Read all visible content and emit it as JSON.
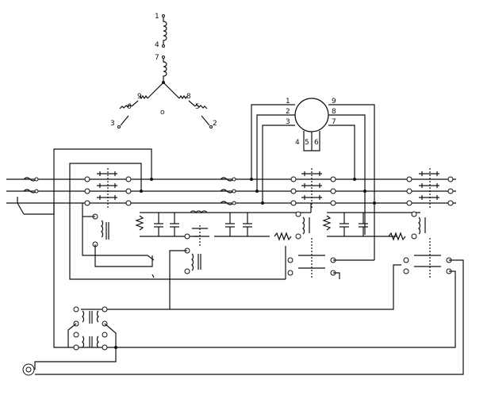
{
  "diagram": {
    "winding_terminals": [
      "1",
      "4",
      "7",
      "9",
      "8",
      "6",
      "5",
      "3",
      "2"
    ],
    "motor_terminals": [
      "1",
      "9",
      "2",
      "8",
      "3",
      "7",
      "4",
      "5",
      "6"
    ],
    "star_point_symbol": "o",
    "colors": {
      "ink": "#111111",
      "paper": "#ffffff"
    }
  }
}
